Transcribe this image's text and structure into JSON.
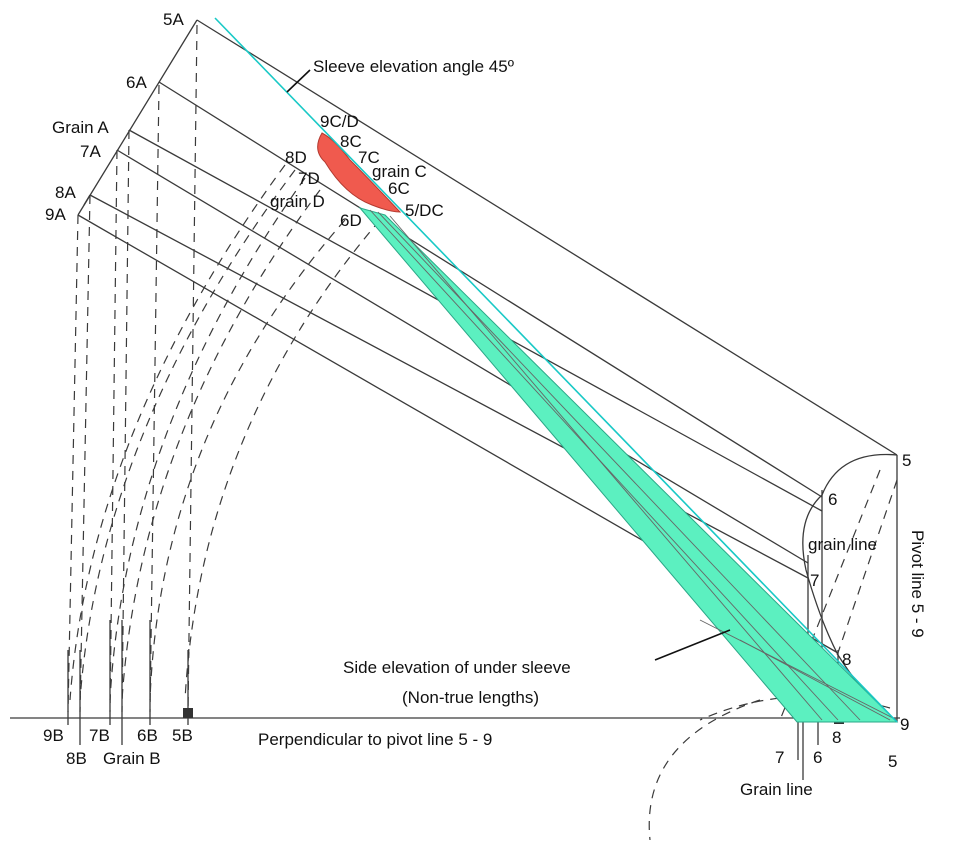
{
  "colors": {
    "under_sleeve_fill": "#5cf0c0",
    "top_region_fill": "#f05a4e",
    "elevation_line": "#19c9c6",
    "line": "#3a3a3a"
  },
  "labels": {
    "sleeve_elevation": "Sleeve elevation angle 45º",
    "p5A": "5A",
    "p6A": "6A",
    "grainA": "Grain A",
    "p7A": "7A",
    "p8A": "8A",
    "p9A": "9A",
    "p9CD": "9C/D",
    "p8C": "8C",
    "p8D": "8D",
    "p7C": "7C",
    "p7D": "7D",
    "grainC": "grain C",
    "p6C": "6C",
    "grainD": "grain D",
    "p5DC": "5/DC",
    "p6D": "6D",
    "r5": "5",
    "r6": "6",
    "grain_line_right": "grain line",
    "r7": "7",
    "pivot_line": "Pivot line 5 - 9",
    "r8": "8",
    "side_elevation_1": "Side elevation of under sleeve",
    "side_elevation_2": "(Non-true lengths)",
    "p9B": "9B",
    "p8B": "8B",
    "p7B": "7B",
    "grainB": "Grain B",
    "p6B": "6B",
    "p5B": "5B",
    "perpendicular": "Perpendicular to pivot line 5 - 9",
    "b7": "7",
    "b6": "6",
    "b8": "8",
    "b9": "9",
    "b5": "5",
    "grain_line_bottom": "Grain line"
  }
}
